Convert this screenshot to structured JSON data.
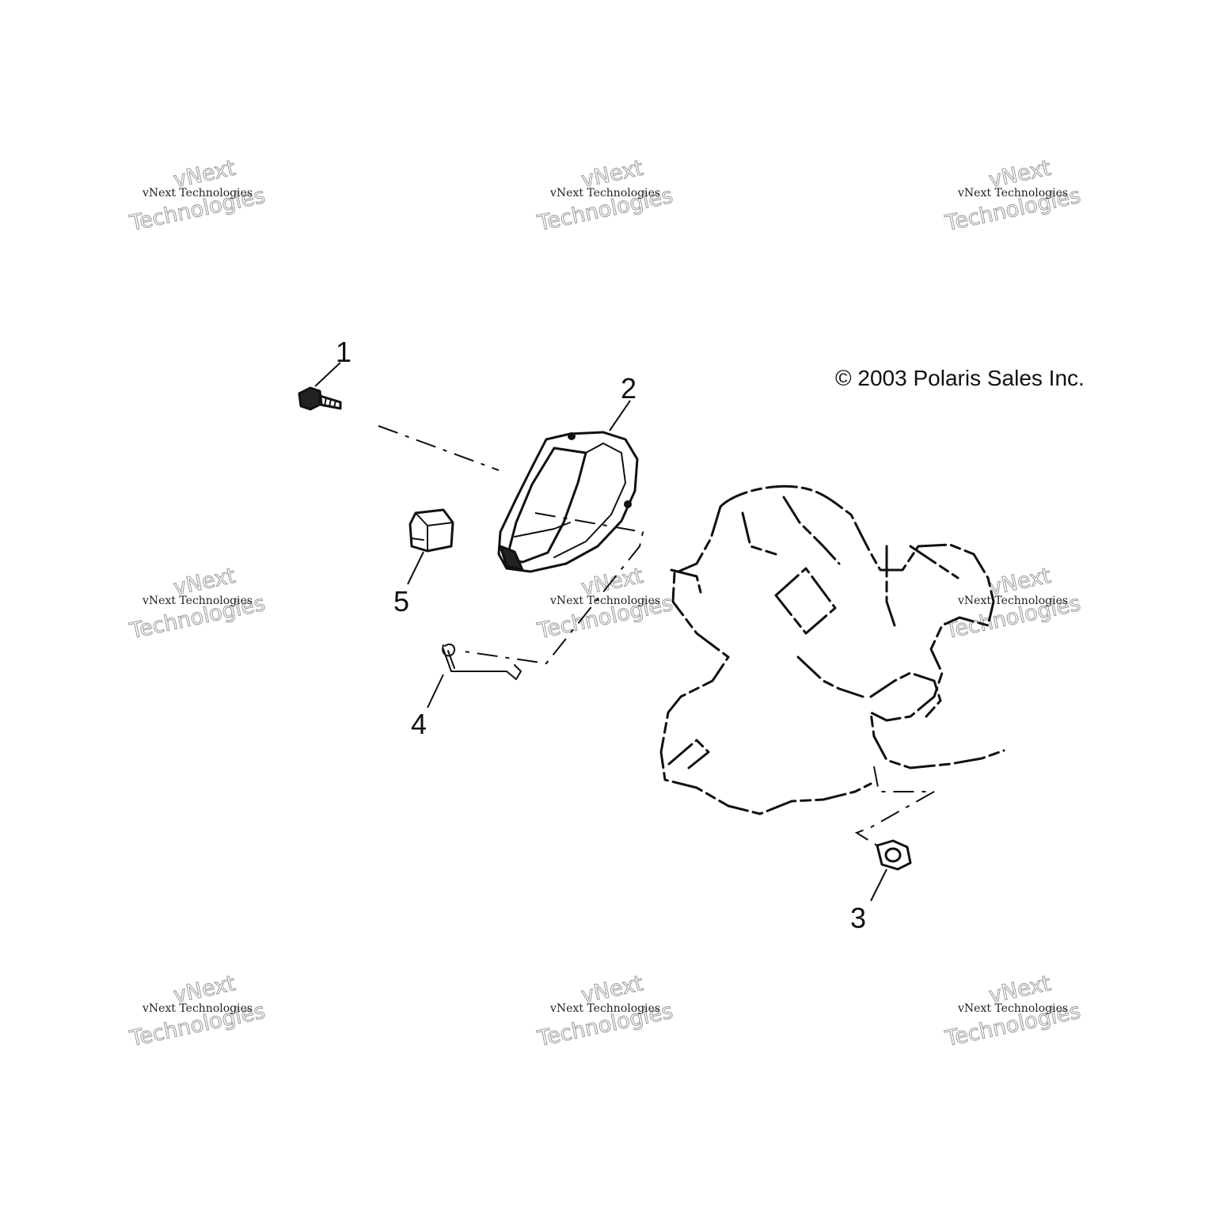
{
  "copyright": "© 2003 Polaris Sales Inc.",
  "callouts": [
    {
      "id": "1",
      "label": "1"
    },
    {
      "id": "2",
      "label": "2"
    },
    {
      "id": "3",
      "label": "3"
    },
    {
      "id": "4",
      "label": "4"
    },
    {
      "id": "5",
      "label": "5"
    }
  ],
  "watermark": {
    "line_small": "vNext Technologies",
    "line_big_1": "vNext",
    "line_big_2": "Technologies"
  }
}
